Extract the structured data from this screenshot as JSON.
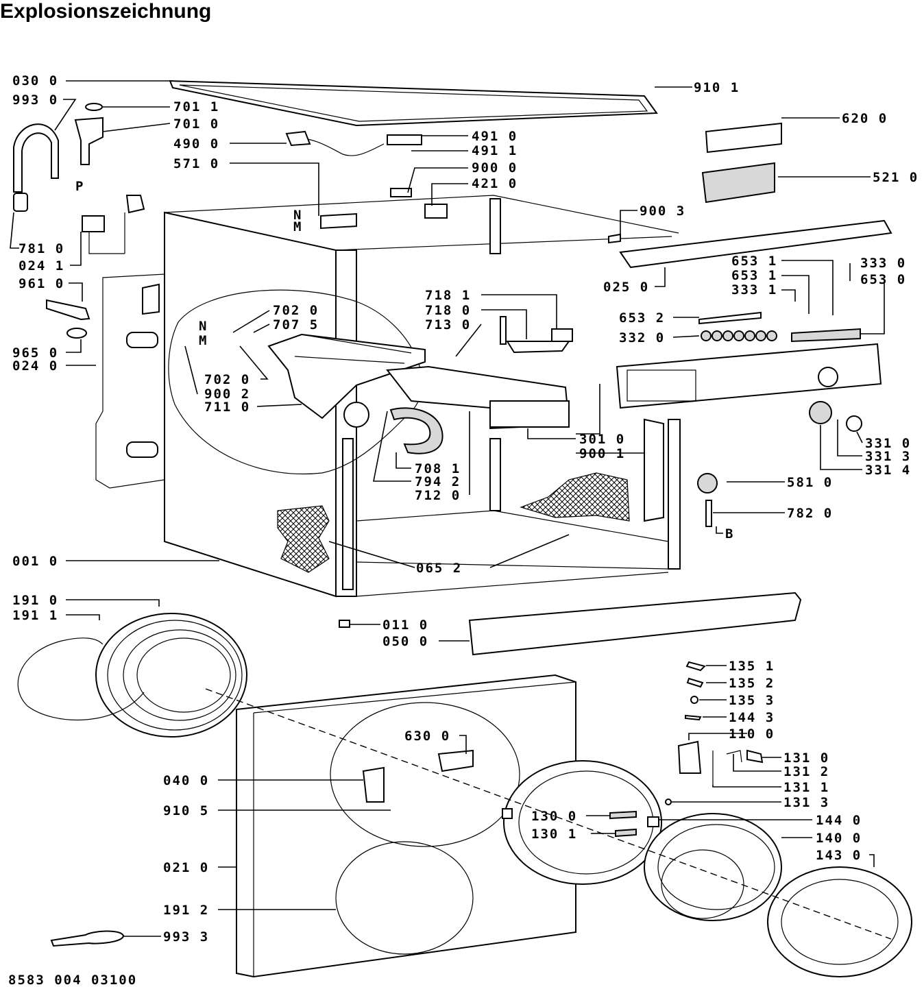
{
  "title": "Explosionszeichnung",
  "drawing_number": "8583 004 03100",
  "labels": [
    {
      "id": "030 0"
    },
    {
      "id": "993 0"
    },
    {
      "id": "701 1"
    },
    {
      "id": "701 0"
    },
    {
      "id": "490 0"
    },
    {
      "id": "571 0"
    },
    {
      "id": "491 0"
    },
    {
      "id": "491 1"
    },
    {
      "id": "900 0"
    },
    {
      "id": "421 0"
    },
    {
      "id": "910 1"
    },
    {
      "id": "620 0"
    },
    {
      "id": "521 0"
    },
    {
      "id": "900 3"
    },
    {
      "id": "025 0"
    },
    {
      "id": "653 1"
    },
    {
      "id": "653 1"
    },
    {
      "id": "333 1"
    },
    {
      "id": "333 0"
    },
    {
      "id": "653 0"
    },
    {
      "id": "653 2"
    },
    {
      "id": "332 0"
    },
    {
      "id": "781 0"
    },
    {
      "id": "024 1"
    },
    {
      "id": "961 0"
    },
    {
      "id": "965 0"
    },
    {
      "id": "024 0"
    },
    {
      "id": "702 0"
    },
    {
      "id": "707 5"
    },
    {
      "id": "702 0"
    },
    {
      "id": "900 2"
    },
    {
      "id": "711 0"
    },
    {
      "id": "718 1"
    },
    {
      "id": "718 0"
    },
    {
      "id": "713 0"
    },
    {
      "id": "708 1"
    },
    {
      "id": "794 2"
    },
    {
      "id": "712 0"
    },
    {
      "id": "301 0"
    },
    {
      "id": "900 1"
    },
    {
      "id": "331 0"
    },
    {
      "id": "331 3"
    },
    {
      "id": "331 4"
    },
    {
      "id": "581 0"
    },
    {
      "id": "782 0"
    },
    {
      "id": "001 0"
    },
    {
      "id": "065 2"
    },
    {
      "id": "191 0"
    },
    {
      "id": "191 1"
    },
    {
      "id": "011 0"
    },
    {
      "id": "050 0"
    },
    {
      "id": "135 1"
    },
    {
      "id": "135 2"
    },
    {
      "id": "135 3"
    },
    {
      "id": "144 3"
    },
    {
      "id": "110 0"
    },
    {
      "id": "131 0"
    },
    {
      "id": "131 2"
    },
    {
      "id": "131 1"
    },
    {
      "id": "131 3"
    },
    {
      "id": "630 0"
    },
    {
      "id": "040 0"
    },
    {
      "id": "910 5"
    },
    {
      "id": "130 0"
    },
    {
      "id": "130 1"
    },
    {
      "id": "144 0"
    },
    {
      "id": "140 0"
    },
    {
      "id": "143 0"
    },
    {
      "id": "021 0"
    },
    {
      "id": "191 2"
    },
    {
      "id": "993 3"
    }
  ],
  "markers": [
    "P",
    "N",
    "M",
    "N",
    "M",
    "B"
  ]
}
